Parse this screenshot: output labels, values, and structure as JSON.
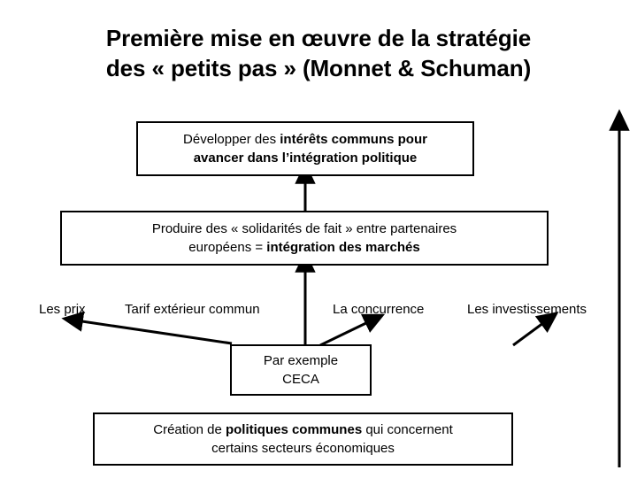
{
  "title": {
    "line1": "Première mise en œuvre de la stratégie",
    "line2": "des « petits pas » (Monnet & Schuman)"
  },
  "boxes": {
    "interets": {
      "line1_pre": "Développer des ",
      "line1_bold": "intérêts communs pour",
      "line2_bold": "avancer dans l’intégration politique"
    },
    "solidarites": {
      "line1": "Produire des « solidarités de fait » entre partenaires",
      "line2_pre": "européens = ",
      "line2_bold": "intégration des marchés"
    },
    "exemple": {
      "line1": "Par exemple",
      "line2": "CECA"
    },
    "politiques": {
      "line1_pre": "Création de ",
      "line1_bold": "politiques communes",
      "line1_post": " qui concernent",
      "line2": "certains secteurs économiques"
    }
  },
  "labels": {
    "prix": "Les prix",
    "tarif": "Tarif extérieur commun",
    "concurrence": "La concurrence",
    "investissements": "Les investissements"
  },
  "colors": {
    "stroke": "#000000",
    "background": "#ffffff",
    "text": "#000000"
  }
}
